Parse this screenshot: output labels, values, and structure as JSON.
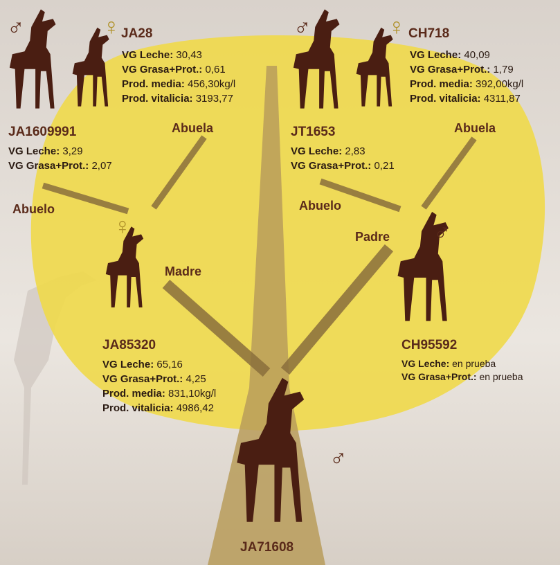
{
  "symbols": {
    "male": "♂",
    "female": "♀"
  },
  "colors": {
    "canopy": "#f0d94a",
    "trunk": "#b89c5a",
    "goat": "#4a1e12",
    "label": "#5a2a1a",
    "female_symbol": "#b0922a"
  },
  "offspring": {
    "id": "JA71608",
    "sex": "male"
  },
  "labels": {
    "madre": "Madre",
    "padre": "Padre",
    "abuelo_left": "Abuelo",
    "abuela_left": "Abuela",
    "abuelo_right": "Abuelo",
    "abuela_right": "Abuela"
  },
  "keys": {
    "vg_leche": "VG Leche:",
    "vg_grasa": "VG Grasa+Prot.:",
    "prod_media": "Prod. media:",
    "prod_vitalicia": "Prod. vitalicia:"
  },
  "mother": {
    "id": "JA85320",
    "sex": "female",
    "vg_leche": "65,16",
    "vg_grasa": "4,25",
    "prod_media": "831,10kg/l",
    "prod_vitalicia": "4986,42"
  },
  "father": {
    "id": "CH95592",
    "sex": "male",
    "vg_leche": "en prueba",
    "vg_grasa": "en prueba"
  },
  "maternal_grandfather": {
    "id": "JA1609991",
    "sex": "male",
    "vg_leche": "3,29",
    "vg_grasa": "2,07"
  },
  "maternal_grandmother": {
    "id": "JA28",
    "sex": "female",
    "vg_leche": "30,43",
    "vg_grasa": "0,61",
    "prod_media": "456,30kg/l",
    "prod_vitalicia": "3193,77"
  },
  "paternal_grandfather": {
    "id": "JT1653",
    "sex": "male",
    "vg_leche": "2,83",
    "vg_grasa": "0,21"
  },
  "paternal_grandmother": {
    "id": "CH718",
    "sex": "female",
    "vg_leche": "40,09",
    "vg_grasa": "1,79",
    "prod_media": "392,00kg/l",
    "prod_vitalicia": "4311,87"
  }
}
